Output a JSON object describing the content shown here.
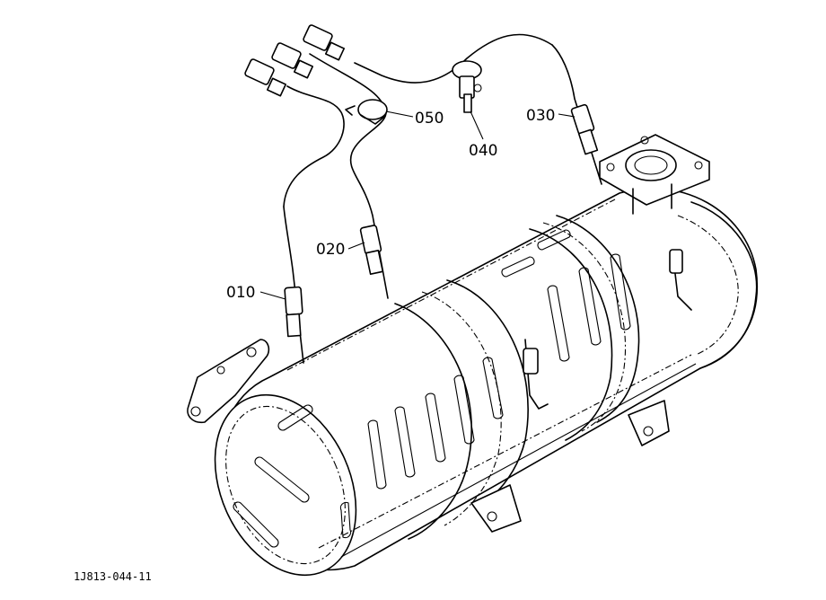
{
  "callouts": [
    {
      "id": "c010",
      "label": "010"
    },
    {
      "id": "c020",
      "label": "020"
    },
    {
      "id": "c030",
      "label": "030"
    },
    {
      "id": "c040",
      "label": "040"
    },
    {
      "id": "c050",
      "label": "050"
    }
  ],
  "drawing_code": "1J813-044-11"
}
